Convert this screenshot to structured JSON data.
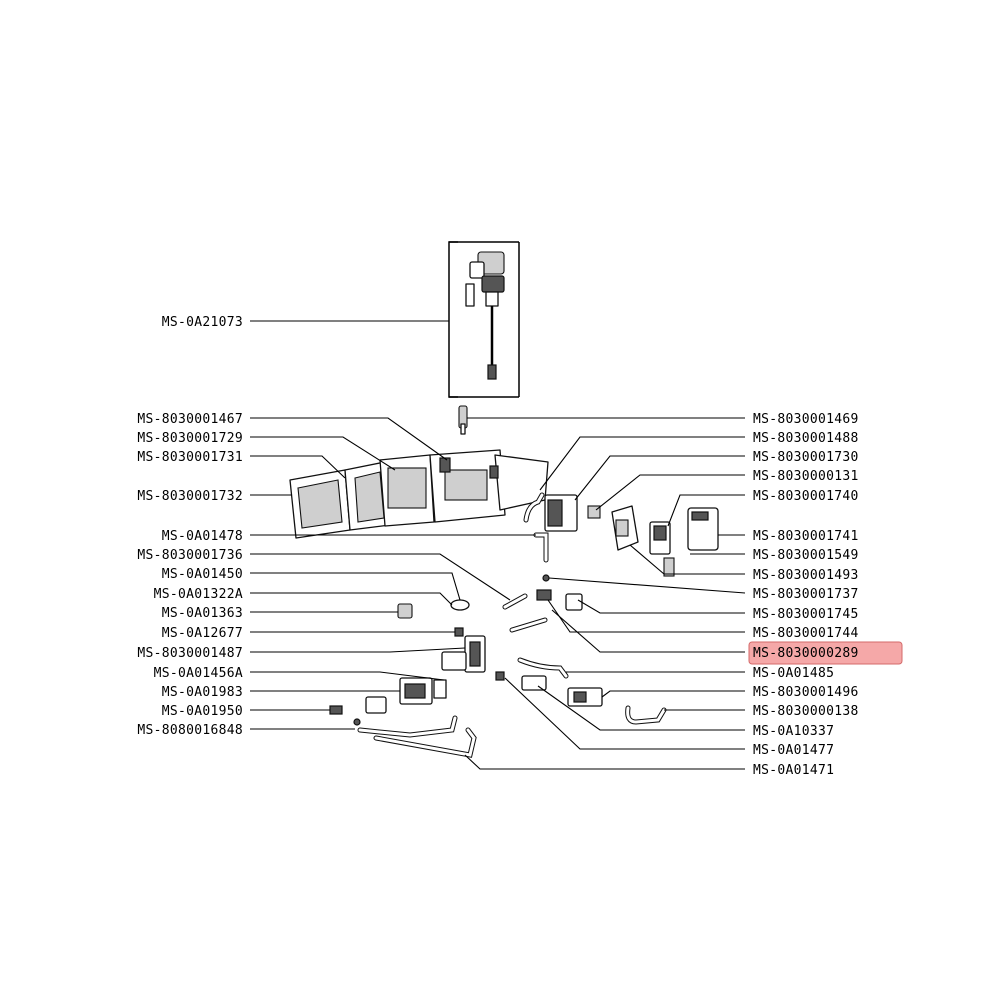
{
  "highlight_color": "#f28b8b",
  "labels": [
    {
      "id": "L1",
      "text": "MS-0A21073",
      "side": "left"
    },
    {
      "id": "L2",
      "text": "MS-8030001467",
      "side": "left"
    },
    {
      "id": "L3",
      "text": "MS-8030001729",
      "side": "left"
    },
    {
      "id": "L4",
      "text": "MS-8030001731",
      "side": "left"
    },
    {
      "id": "L5",
      "text": "MS-8030001732",
      "side": "left"
    },
    {
      "id": "L6",
      "text": "MS-0A01478",
      "side": "left"
    },
    {
      "id": "L7",
      "text": "MS-8030001736",
      "side": "left"
    },
    {
      "id": "L8",
      "text": "MS-0A01450",
      "side": "left"
    },
    {
      "id": "L9",
      "text": "MS-0A01322A",
      "side": "left"
    },
    {
      "id": "L10",
      "text": "MS-0A01363",
      "side": "left"
    },
    {
      "id": "L11",
      "text": "MS-0A12677",
      "side": "left"
    },
    {
      "id": "L12",
      "text": "MS-8030001487",
      "side": "left"
    },
    {
      "id": "L13",
      "text": "MS-0A01456A",
      "side": "left"
    },
    {
      "id": "L14",
      "text": "MS-0A01983",
      "side": "left"
    },
    {
      "id": "L15",
      "text": "MS-0A01950",
      "side": "left"
    },
    {
      "id": "L16",
      "text": "MS-8080016848",
      "side": "left"
    },
    {
      "id": "R1",
      "text": "MS-8030001469",
      "side": "right"
    },
    {
      "id": "R2",
      "text": "MS-8030001488",
      "side": "right"
    },
    {
      "id": "R3",
      "text": "MS-8030001730",
      "side": "right"
    },
    {
      "id": "R4",
      "text": "MS-8030000131",
      "side": "right"
    },
    {
      "id": "R5",
      "text": "MS-8030001740",
      "side": "right"
    },
    {
      "id": "R6",
      "text": "MS-8030001741",
      "side": "right"
    },
    {
      "id": "R7",
      "text": "MS-8030001549",
      "side": "right"
    },
    {
      "id": "R8",
      "text": "MS-8030001493",
      "side": "right"
    },
    {
      "id": "R9",
      "text": "MS-8030001737",
      "side": "right"
    },
    {
      "id": "R10",
      "text": "MS-8030001745",
      "side": "right"
    },
    {
      "id": "R11",
      "text": "MS-8030001744",
      "side": "right"
    },
    {
      "id": "R12",
      "text": "MS-8030000289",
      "side": "right",
      "highlighted": true
    },
    {
      "id": "R13",
      "text": "MS-0A01485",
      "side": "right"
    },
    {
      "id": "R14",
      "text": "MS-8030001496",
      "side": "right"
    },
    {
      "id": "R15",
      "text": "MS-8030000138",
      "side": "right"
    },
    {
      "id": "R16",
      "text": "MS-0A10337",
      "side": "right"
    },
    {
      "id": "R17",
      "text": "MS-0A01477",
      "side": "right"
    },
    {
      "id": "R18",
      "text": "MS-0A01471",
      "side": "right"
    }
  ]
}
